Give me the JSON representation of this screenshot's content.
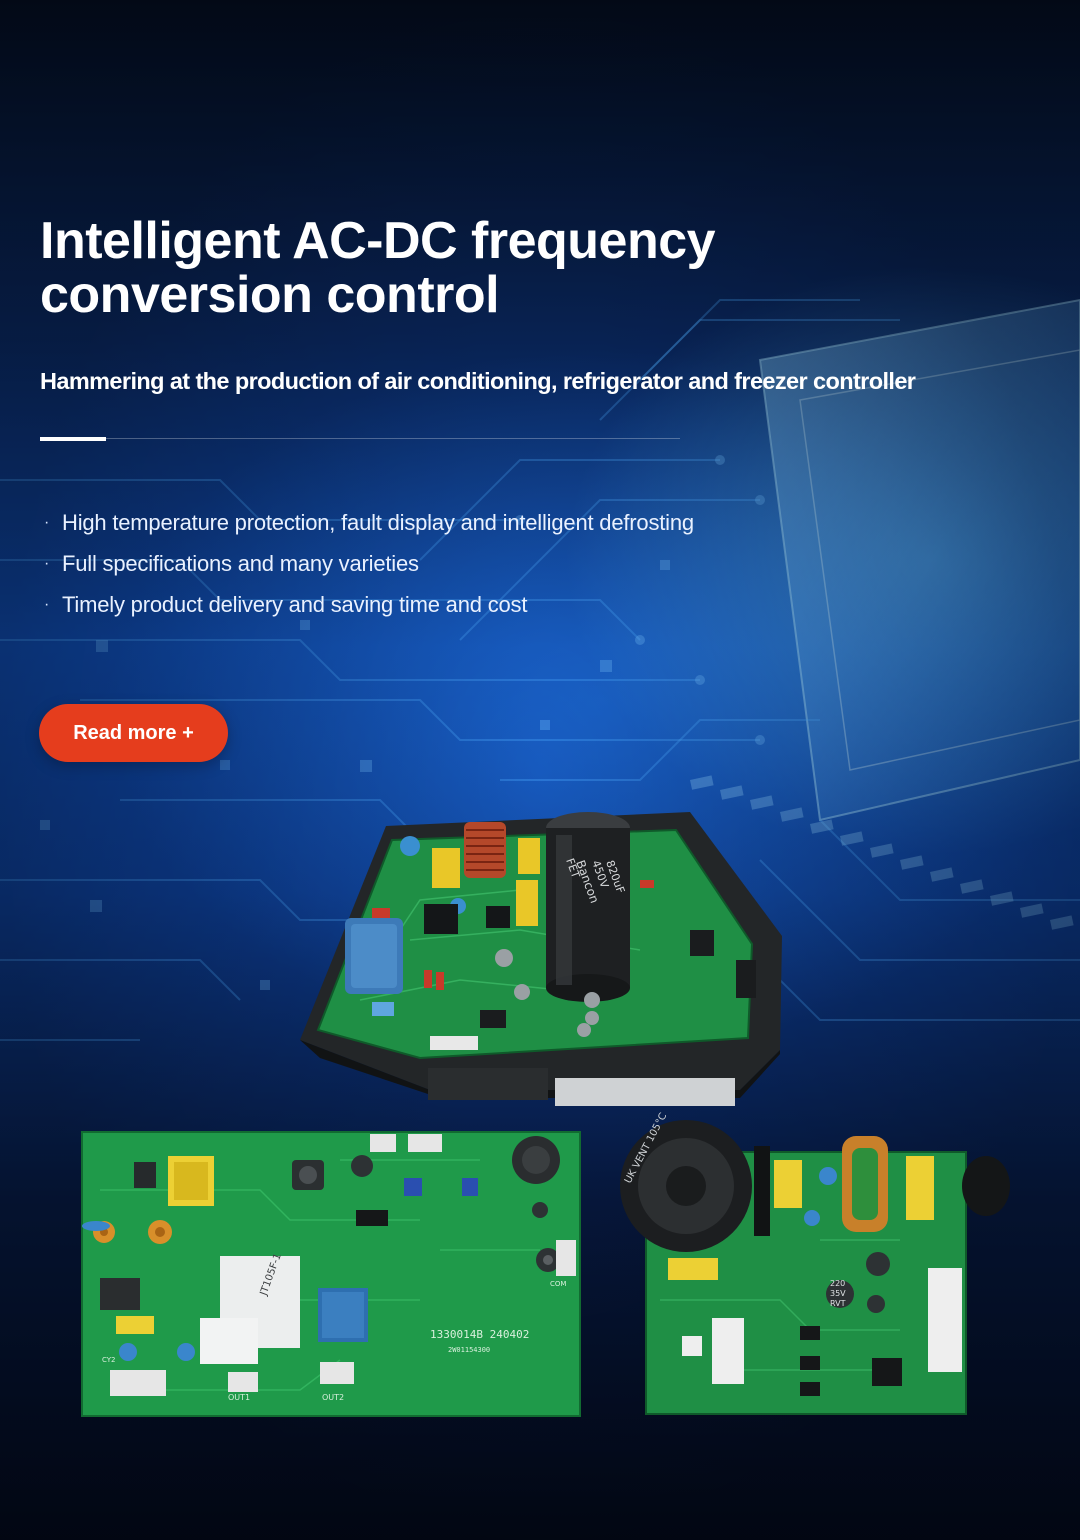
{
  "hero": {
    "title_line1": "Intelligent AC-DC frequency",
    "title_line2": "conversion control",
    "subtitle": "Hammering at the production of air conditioning, refrigerator and freezer controller"
  },
  "features": [
    "High temperature protection, fault display and intelligent defrosting",
    "Full specifications and many varieties",
    "Timely product delivery and saving time and cost"
  ],
  "bullet_symbol": "·",
  "cta": {
    "label": "Read more +"
  },
  "board_markings": {
    "left_board_code": "1330014B 240402",
    "left_board_serial": "2W01154300",
    "left_board_out1": "OUT1",
    "left_board_out2": "OUT2",
    "left_board_relay": "JT105F-1",
    "left_board_com": "COM",
    "left_board_cy2": "CY2",
    "capacitor_top": "FET",
    "capacitor_brand": "Bancon",
    "capacitor_volt": "450V",
    "capacitor_uf": "820uF",
    "right_cap_1": "220",
    "right_cap_2": "35V",
    "right_cap_3": "RVT",
    "right_big_cap": "UK VENT 105°C"
  },
  "colors": {
    "accent": "#e53d1d",
    "pcb_green": "#1f9a4a",
    "background_deep": "#0a2a66",
    "background_bright": "#1f6fe0"
  }
}
